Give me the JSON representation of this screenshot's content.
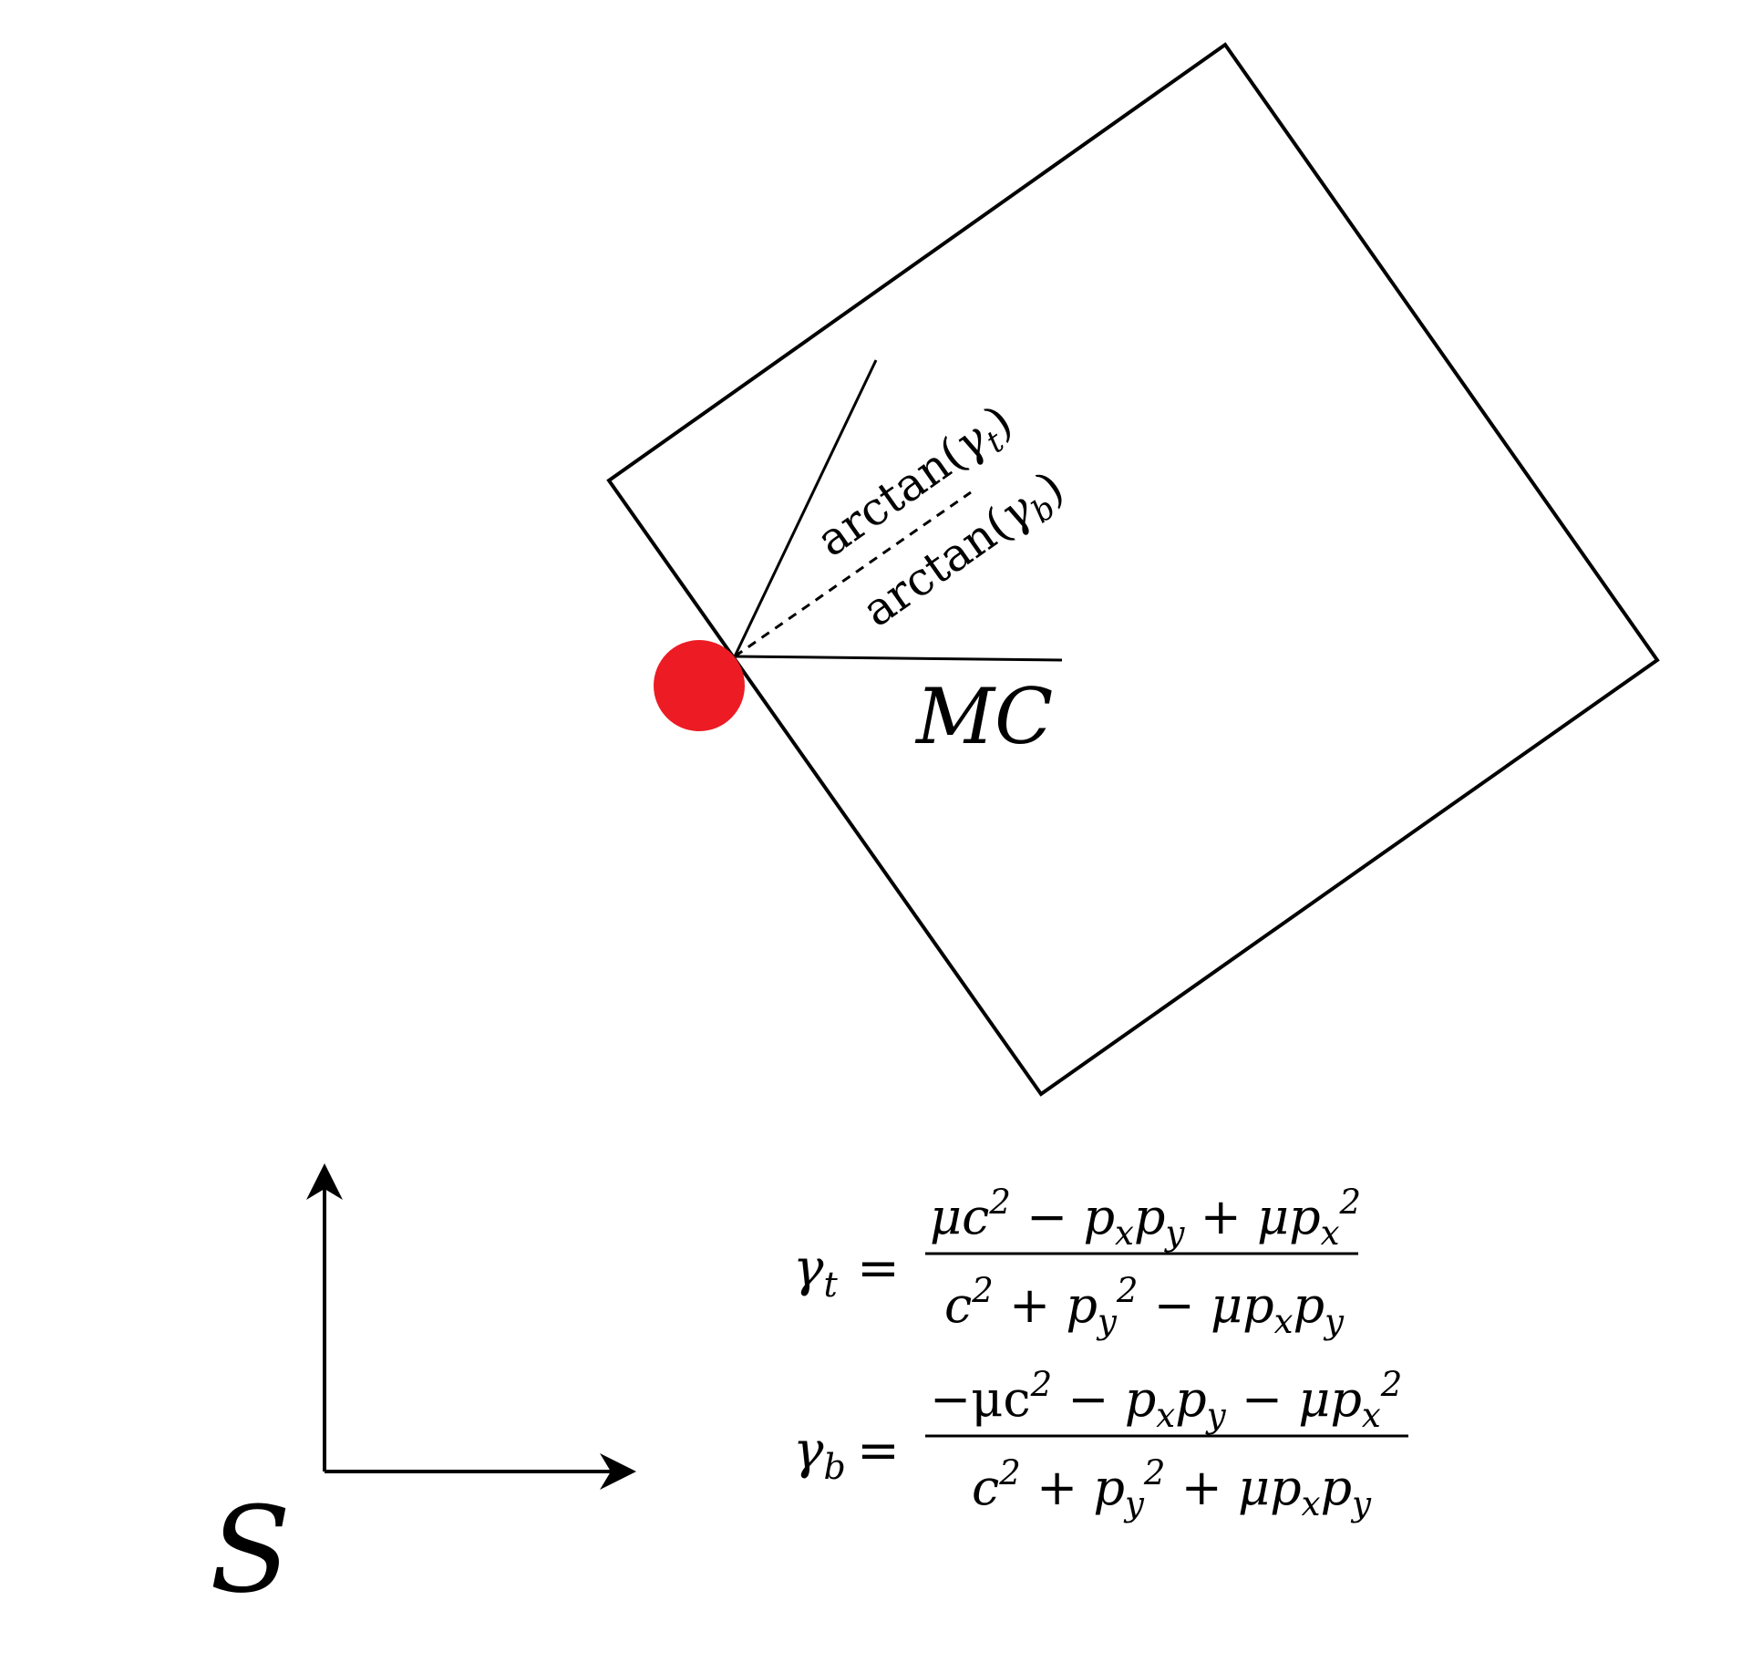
{
  "frame_label": "S",
  "mc_label": "MC",
  "gamma_t_label": {
    "fn": "arctan(",
    "sym": "γ",
    "sub": "t",
    "close": ")"
  },
  "gamma_b_label": {
    "fn": "arctan(",
    "sym": "γ",
    "sub": "b",
    "close": ")"
  },
  "equations": {
    "gamma_t": {
      "lhs_sym": "γ",
      "lhs_sub": "t",
      "eq": "=",
      "num": [
        {
          "t": "μc"
        },
        {
          "t": "2",
          "sup": true
        },
        {
          "t": " − "
        },
        {
          "t": "p"
        },
        {
          "t": "x",
          "sub": true
        },
        {
          "t": "p"
        },
        {
          "t": "y",
          "sub": true
        },
        {
          "t": " + "
        },
        {
          "t": "μp"
        },
        {
          "t": "x",
          "sub": true
        },
        {
          "t": "2",
          "sup": true
        }
      ],
      "den": [
        {
          "t": "c"
        },
        {
          "t": "2",
          "sup": true
        },
        {
          "t": " + "
        },
        {
          "t": "p"
        },
        {
          "t": "y",
          "sub": true
        },
        {
          "t": "2",
          "sup": true
        },
        {
          "t": " − "
        },
        {
          "t": "μp"
        },
        {
          "t": "x",
          "sub": true
        },
        {
          "t": "p"
        },
        {
          "t": "y",
          "sub": true
        }
      ]
    },
    "gamma_b": {
      "lhs_sym": "γ",
      "lhs_sub": "b",
      "eq": "=",
      "num": [
        {
          "t": "−μc"
        },
        {
          "t": "2",
          "sup": true
        },
        {
          "t": " − "
        },
        {
          "t": "p"
        },
        {
          "t": "x",
          "sub": true
        },
        {
          "t": "p"
        },
        {
          "t": "y",
          "sub": true
        },
        {
          "t": " − "
        },
        {
          "t": "μp"
        },
        {
          "t": "x",
          "sub": true
        },
        {
          "t": "2",
          "sup": true
        }
      ],
      "den": [
        {
          "t": "c"
        },
        {
          "t": "2",
          "sup": true
        },
        {
          "t": " + "
        },
        {
          "t": "p"
        },
        {
          "t": "y",
          "sub": true
        },
        {
          "t": "2",
          "sup": true
        },
        {
          "t": " + "
        },
        {
          "t": "μp"
        },
        {
          "t": "x",
          "sub": true
        },
        {
          "t": "p"
        },
        {
          "t": "y",
          "sub": true
        }
      ]
    }
  },
  "colors": {
    "contact_point": "#ed1c24",
    "ink": "#000000"
  }
}
